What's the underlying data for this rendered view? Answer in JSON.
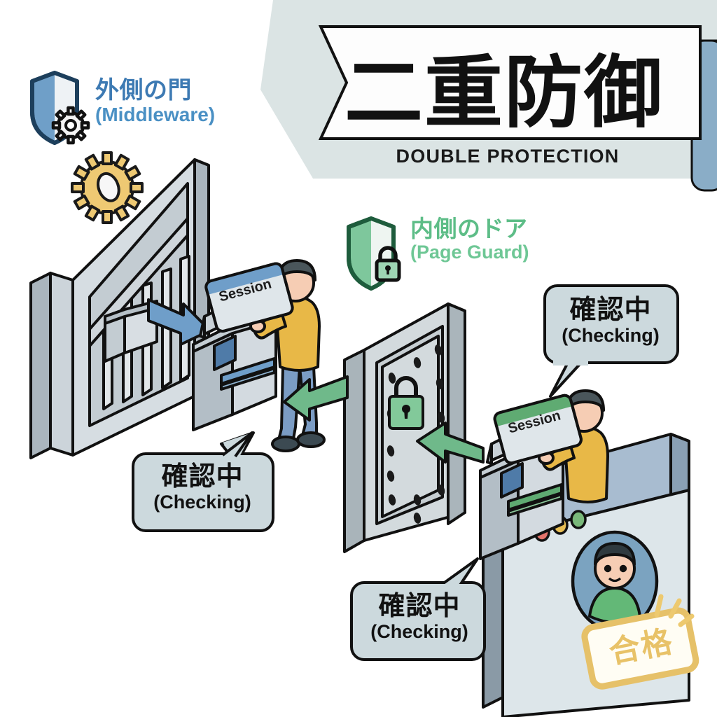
{
  "meta": {
    "kind": "infographic-illustration",
    "bg_color": "#ffffff"
  },
  "banner": {
    "title_jp": "二重防御",
    "title_en": "DOUBLE PROTECTION",
    "ribbon_fill": "#fdfdfd",
    "ribbon_stroke": "#111111",
    "shadow_wedge_fill": "#dbe4e4",
    "side_tab_fill": "#8aadc7"
  },
  "labels": [
    {
      "id": "middleware",
      "jp": "外側の門",
      "en": "(Middleware)",
      "color": "#3d7ab3",
      "icon": "shield-gear-icon",
      "shield_fill": "#6f9fc8",
      "shield_light": "#eef2f5",
      "gear_fill": "#f2f2f2"
    },
    {
      "id": "pageguard",
      "jp": "内側のドア",
      "en": "(Page Guard)",
      "color": "#5dbd87",
      "icon": "shield-lock-icon",
      "shield_fill": "#7ec79c",
      "shield_light": "#eef5f1",
      "lock_fill": "#9ed5b4"
    }
  ],
  "bubbles": [
    {
      "id": "bubble-left",
      "jp": "確認中",
      "en": "(Checking)",
      "fill": "#ccd9dd",
      "stroke": "#111111",
      "tail": "up-right"
    },
    {
      "id": "bubble-top-right",
      "jp": "確認中",
      "en": "(Checking)",
      "fill": "#ccd9dd",
      "stroke": "#111111",
      "tail": "down-left"
    },
    {
      "id": "bubble-bottom",
      "jp": "確認中",
      "en": "(Checking)",
      "fill": "#ccd9dd",
      "stroke": "#111111",
      "tail": "up-right"
    }
  ],
  "cards": [
    {
      "id": "session-card-outer",
      "label": "Session",
      "header_fill": "#6f9ec9",
      "body_fill": "#dfe6ea"
    },
    {
      "id": "session-card-inner",
      "label": "Session",
      "header_fill": "#5fab72",
      "body_fill": "#dfe6ea"
    }
  ],
  "stamp": {
    "text": "合格",
    "color": "#e8c268",
    "border_color": "#e6c169",
    "fill": "#fffdf4",
    "sparkle_color": "#edc96f"
  },
  "scene": {
    "outer_gate": {
      "name": "barred-gate",
      "fill": "#bac4cc",
      "fill_light": "#d6dde2",
      "stroke": "#111111",
      "bars": 6
    },
    "gear_on_gate": {
      "name": "gear-icon",
      "fill": "#eec973",
      "stroke": "#1a1a1a",
      "teeth": 12
    },
    "inner_door": {
      "name": "vault-door",
      "fill": "#c3ccd1",
      "fill_light": "#dde3e6",
      "stroke": "#111111",
      "rivets": 12
    },
    "door_lock": {
      "name": "padlock-icon",
      "fill": "#82c99a",
      "stroke": "#111111"
    },
    "arrows": [
      {
        "id": "arrow-blue-to-kiosk",
        "color": "#6f9ec9",
        "direction": "down-right"
      },
      {
        "id": "arrow-green-to-kiosk",
        "color": "#6fb98a",
        "direction": "up-left"
      },
      {
        "id": "arrow-green-to-door",
        "color": "#6fb98a",
        "direction": "up-left"
      }
    ],
    "kiosks": [
      {
        "id": "kiosk-outer",
        "body_fill": "#c5ced4",
        "screen_fill": "#4f7ba8",
        "slot_fill": "#6f9ec9"
      },
      {
        "id": "kiosk-inner",
        "body_fill": "#c5ced4",
        "screen_fill": "#4f7ba8",
        "slot_fill": "#5fab72"
      }
    ],
    "people": [
      {
        "id": "person-outer",
        "hair": "#4a565b",
        "shirt": "#e8b847",
        "pants": "#7b9cc4",
        "shoes": "#3c4a52",
        "skin": "#f6cdb4"
      },
      {
        "id": "person-inner",
        "hair": "#4a565b",
        "shirt": "#e8b847",
        "pants": "#7b9cc4",
        "shoes": "#3c4a52",
        "skin": "#f6cdb4"
      }
    ],
    "browser_window": {
      "id": "browser-window",
      "frame_fill": "#a8bcd0",
      "page_fill": "#dde6ea",
      "dots": [
        {
          "name": "traffic-dot-red",
          "color": "#e4736b"
        },
        {
          "name": "traffic-dot-yellow",
          "color": "#e8bf55"
        },
        {
          "name": "traffic-dot-green",
          "color": "#79b87a"
        }
      ],
      "avatar": {
        "name": "user-avatar",
        "ring_fill": "#7ba3c0",
        "hair": "#2f3a3f",
        "skin": "#f6cdb4",
        "body": "#63b877"
      }
    }
  }
}
